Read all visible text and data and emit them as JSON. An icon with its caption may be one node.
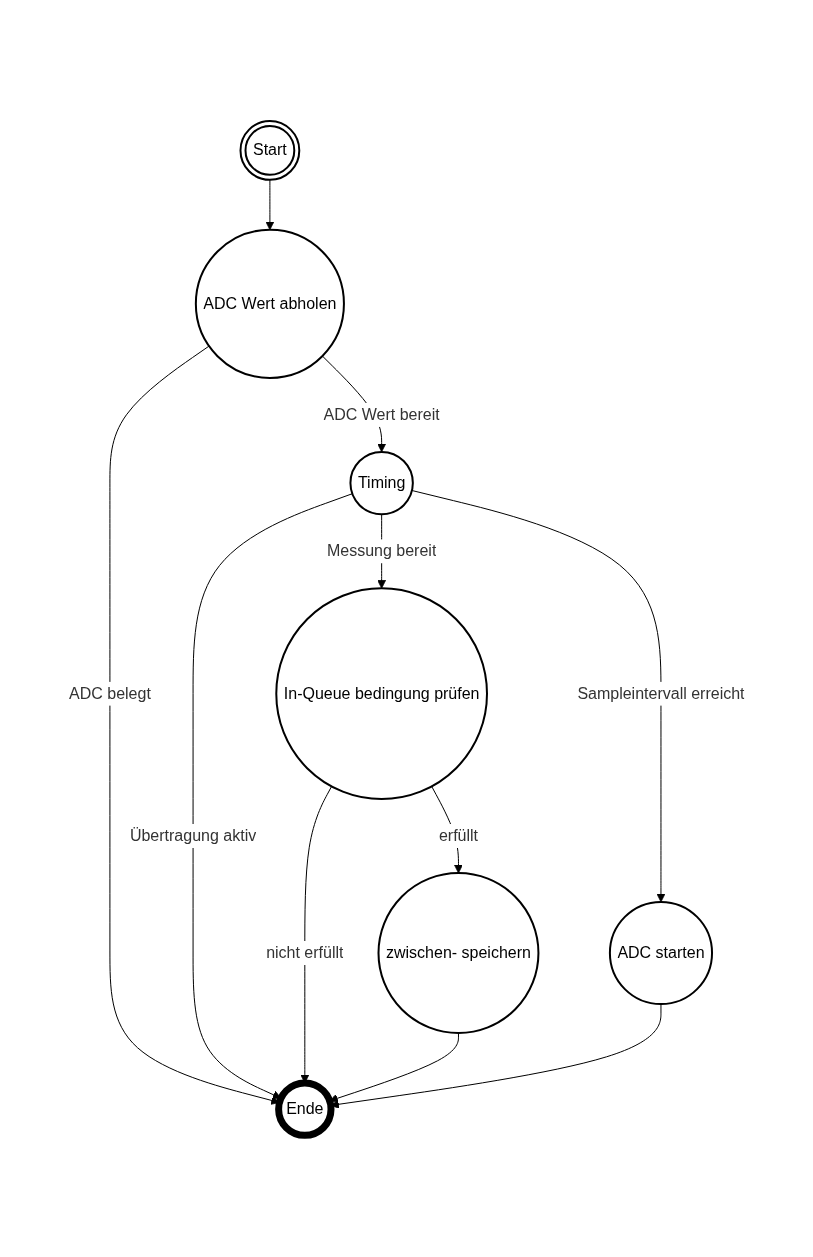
{
  "diagram": {
    "nodes": [
      {
        "text": [
          "Start"
        ]
      },
      {
        "text": [
          "ADC Wert abholen"
        ]
      },
      {
        "text": [
          "Timing"
        ]
      },
      {
        "text": [
          "In-Queue bedingung prüfen"
        ]
      },
      {
        "text": [
          "ADC starten"
        ]
      },
      {
        "text": [
          "zwischen- speichern"
        ]
      },
      {
        "text": [
          "Ende"
        ]
      }
    ],
    "edges": [
      {
        "from": 0,
        "to": 1,
        "arrow": "to"
      },
      {
        "from": 1,
        "to": 2,
        "arrow": "to",
        "label": "ADC Wert bereit"
      },
      {
        "from": 1,
        "to": 6,
        "arrow": "to",
        "label": "ADC belegt"
      },
      {
        "from": 2,
        "to": 6,
        "arrow": "to",
        "label": "Übertragung aktiv"
      },
      {
        "from": 2,
        "to": 3,
        "arrow": "to",
        "label": "Messung bereit"
      },
      {
        "from": 2,
        "to": 4,
        "arrow": "to",
        "label": "Sampleintervall erreicht"
      },
      {
        "from": 3,
        "to": 6,
        "arrow": "to",
        "label": "nicht erfüllt"
      },
      {
        "from": 3,
        "to": 5,
        "arrow": "to",
        "label": "erfüllt"
      },
      {
        "from": 5,
        "to": 6,
        "arrow": "to"
      },
      {
        "from": 4,
        "to": 6,
        "arrow": "to"
      }
    ]
  }
}
